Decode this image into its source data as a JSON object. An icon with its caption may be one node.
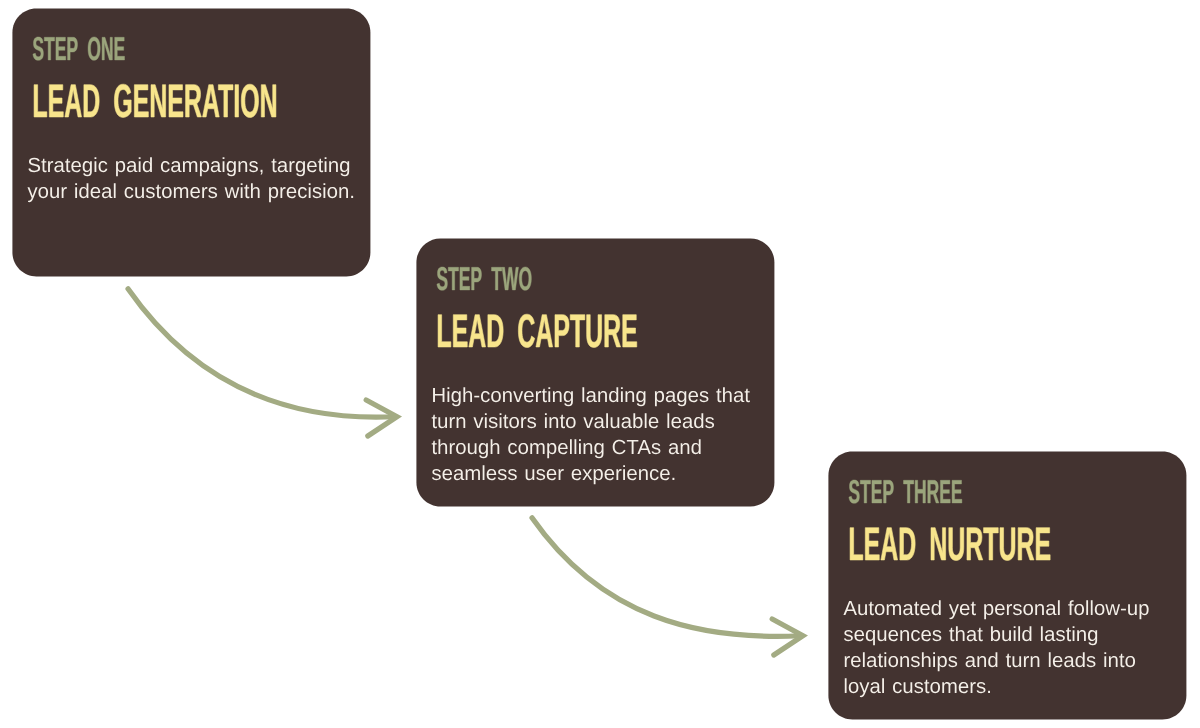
{
  "diagram": {
    "nodes": [
      {
        "text": [
          "STEP ONE",
          "LEAD GENERATION",
          "Strategic paid campaigns, targeting your ideal customers with precision."
        ]
      },
      {
        "text": [
          "STEP TWO",
          "LEAD CAPTURE",
          "High-converting landing pages that turn visitors into valuable leads through compelling CTAs and seamless user experience."
        ]
      },
      {
        "text": [
          "STEP THREE",
          "LEAD NURTURE",
          "Automated yet personal follow-up sequences that build lasting relationships and turn leads into loyal customers."
        ]
      }
    ],
    "edges": [
      {
        "from": 0,
        "to": 1,
        "arrow": "to"
      },
      {
        "from": 1,
        "to": 2,
        "arrow": "to"
      }
    ]
  }
}
